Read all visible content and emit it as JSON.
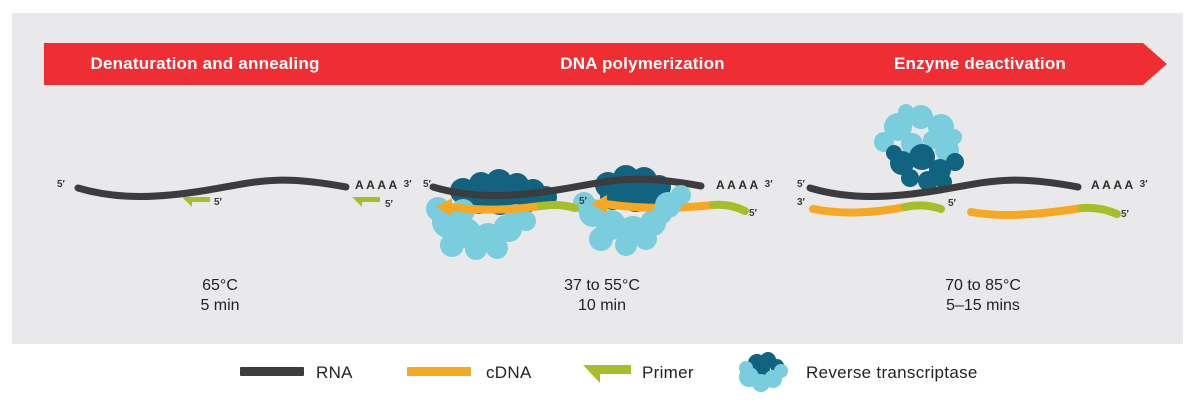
{
  "banners": {
    "items": [
      {
        "label": "Denaturation and annealing"
      },
      {
        "label": "DNA polymerization"
      },
      {
        "label": "Enzyme deactivation"
      }
    ]
  },
  "symbols": {
    "five_prime": "5′",
    "three_prime": "3′",
    "poly_a": "AAAA"
  },
  "panels": {
    "p1": {
      "temp": "65°C",
      "time": "5 min"
    },
    "p2": {
      "temp": "37 to 55°C",
      "time": "10 min"
    },
    "p3": {
      "temp": "70 to 85°C",
      "time": "5–15 mins"
    }
  },
  "legend": {
    "rna": "RNA",
    "cdna": "cDNA",
    "primer": "Primer",
    "rt": "Reverse transcriptase"
  },
  "colors": {
    "banner_red": "#ee2e32",
    "panel_gray": "#e9e9eb",
    "rna_dark": "#3c3c3e",
    "cdna_orange": "#f7a823",
    "primer_green": "#a6bf29",
    "rt_dark_teal": "#11637f",
    "rt_light_blue": "#79cddc",
    "text_dark": "#232323"
  }
}
